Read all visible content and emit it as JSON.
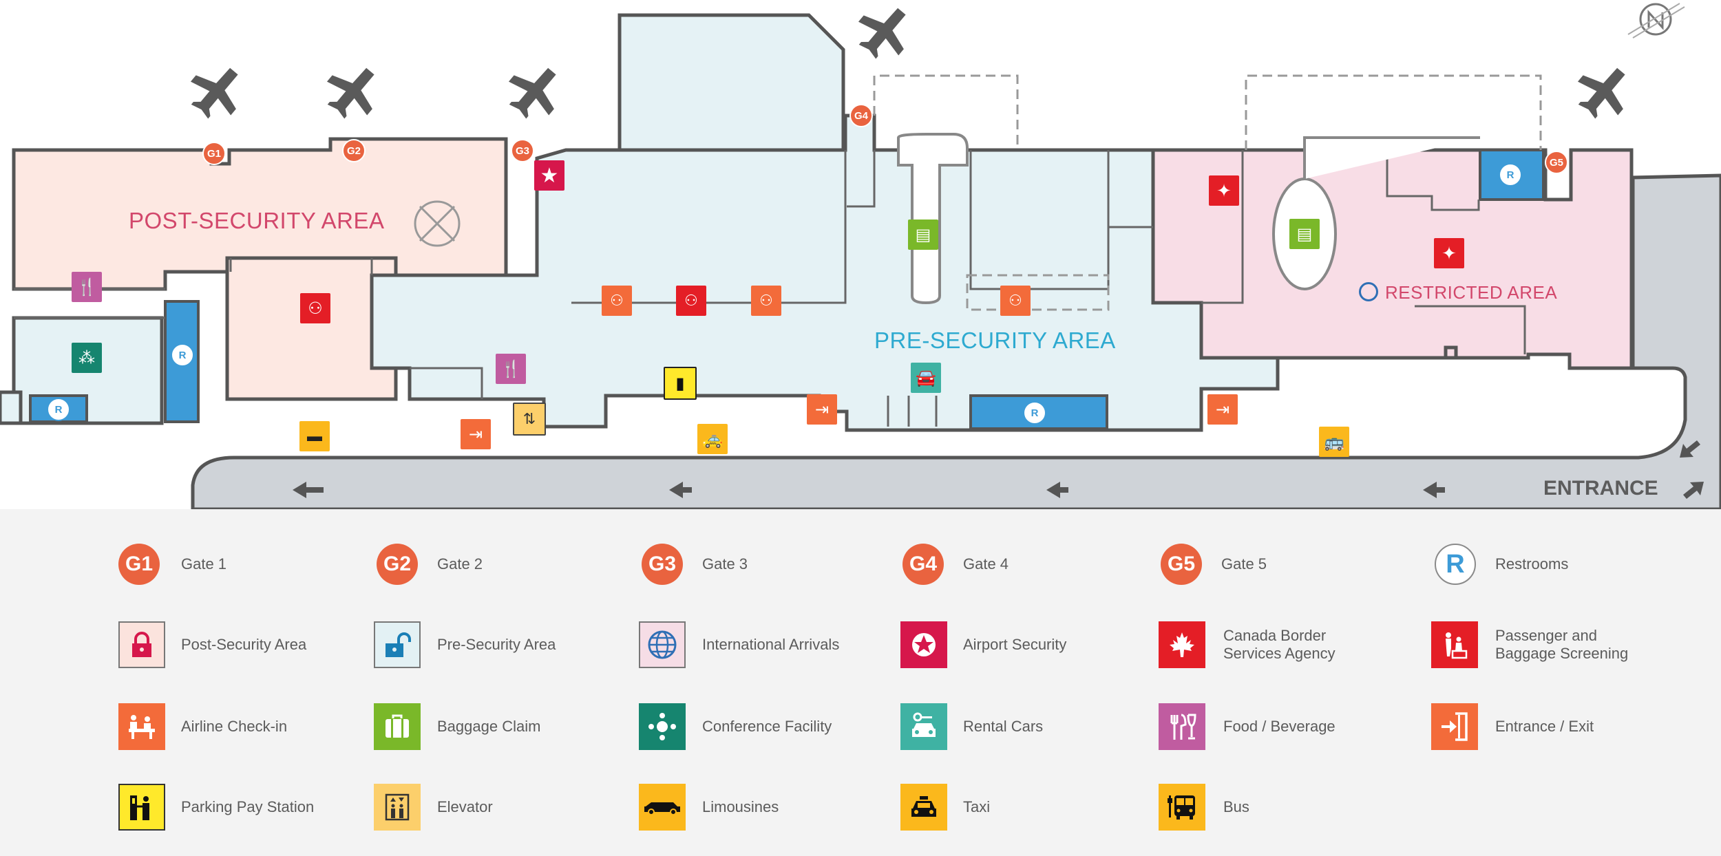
{
  "map": {
    "areas": {
      "post_security": "POST-SECURITY AREA",
      "pre_security": "PRE-SECURITY AREA",
      "restricted": "RESTRICTED AREA"
    },
    "entrance": "ENTRANCE",
    "gates": [
      "G1",
      "G2",
      "G3",
      "G4",
      "G5"
    ],
    "restroom_symbol": "R"
  },
  "legend": {
    "items": [
      {
        "icon": "gate-1-icon",
        "symbol": "G1",
        "label": "Gate 1",
        "color": "#e9633f"
      },
      {
        "icon": "gate-2-icon",
        "symbol": "G2",
        "label": "Gate 2",
        "color": "#e9633f"
      },
      {
        "icon": "gate-3-icon",
        "symbol": "G3",
        "label": "Gate 3",
        "color": "#e9633f"
      },
      {
        "icon": "gate-4-icon",
        "symbol": "G4",
        "label": "Gate 4",
        "color": "#e9633f"
      },
      {
        "icon": "gate-5-icon",
        "symbol": "G5",
        "label": "Gate 5",
        "color": "#e9633f"
      },
      {
        "icon": "restrooms-icon",
        "symbol": "R",
        "label": "Restrooms",
        "color": "#ffffff"
      },
      {
        "icon": "post-security-lock-icon",
        "label": "Post-Security Area",
        "color": "#fbe3dd"
      },
      {
        "icon": "pre-security-unlock-icon",
        "label": "Pre-Security Area",
        "color": "#e3f1f4"
      },
      {
        "icon": "globe-icon",
        "label": "International Arrivals",
        "color": "#f6dde6"
      },
      {
        "icon": "star-badge-icon",
        "label": "Airport Security",
        "color": "#d6174b"
      },
      {
        "icon": "maple-leaf-icon",
        "label": "Canada Border\nServices Agency",
        "color": "#e41e26"
      },
      {
        "icon": "screening-icon",
        "label": "Passenger and\nBaggage Screening",
        "color": "#e41e26"
      },
      {
        "icon": "check-in-icon",
        "label": "Airline Check-in",
        "color": "#f36b3a"
      },
      {
        "icon": "baggage-icon",
        "label": "Baggage Claim",
        "color": "#7ab829"
      },
      {
        "icon": "conference-icon",
        "label": "Conference Facility",
        "color": "#16856f"
      },
      {
        "icon": "rental-car-icon",
        "label": "Rental Cars",
        "color": "#3fb2a3"
      },
      {
        "icon": "food-icon",
        "label": "Food / Beverage",
        "color": "#c05ca0"
      },
      {
        "icon": "exit-icon",
        "label": "Entrance / Exit",
        "color": "#f36b3a"
      },
      {
        "icon": "parking-pay-icon",
        "label": "Parking Pay Station",
        "color": "#ffe92b"
      },
      {
        "icon": "elevator-icon",
        "label": "Elevator",
        "color": "#fccf6b"
      },
      {
        "icon": "limousine-icon",
        "label": "Limousines",
        "color": "#fbb81c"
      },
      {
        "icon": "taxi-icon",
        "label": "Taxi",
        "color": "#fbb81c"
      },
      {
        "icon": "bus-icon",
        "label": "Bus",
        "color": "#fbb81c"
      }
    ]
  }
}
